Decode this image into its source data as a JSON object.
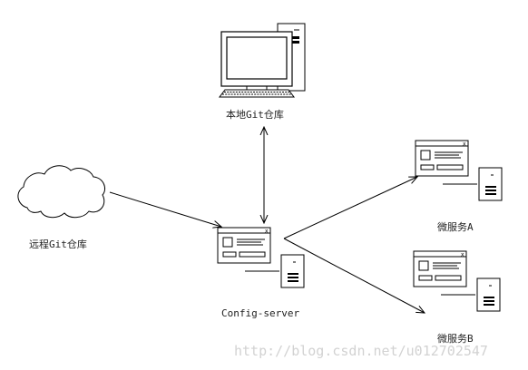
{
  "nodes": {
    "local_repo": {
      "label": "本地Git仓库",
      "icon": "desktop-computer-icon"
    },
    "remote_repo": {
      "label": "远程Git仓库",
      "icon": "cloud-icon"
    },
    "config_server": {
      "label": "Config-server",
      "icon": "server-window-icon"
    },
    "service_a": {
      "label": "微服务A",
      "icon": "server-window-icon"
    },
    "service_b": {
      "label": "微服务B",
      "icon": "server-window-icon"
    }
  },
  "edges": [
    {
      "from": "local_repo",
      "to": "config_server",
      "direction": "both"
    },
    {
      "from": "remote_repo",
      "to": "config_server",
      "direction": "forward"
    },
    {
      "from": "config_server",
      "to": "service_a",
      "direction": "forward"
    },
    {
      "from": "config_server",
      "to": "service_b",
      "direction": "forward"
    }
  ],
  "watermark": "http://blog.csdn.net/u012702547",
  "colors": {
    "stroke": "#000000",
    "text": "#222222",
    "watermark": "#d2d2d2"
  }
}
